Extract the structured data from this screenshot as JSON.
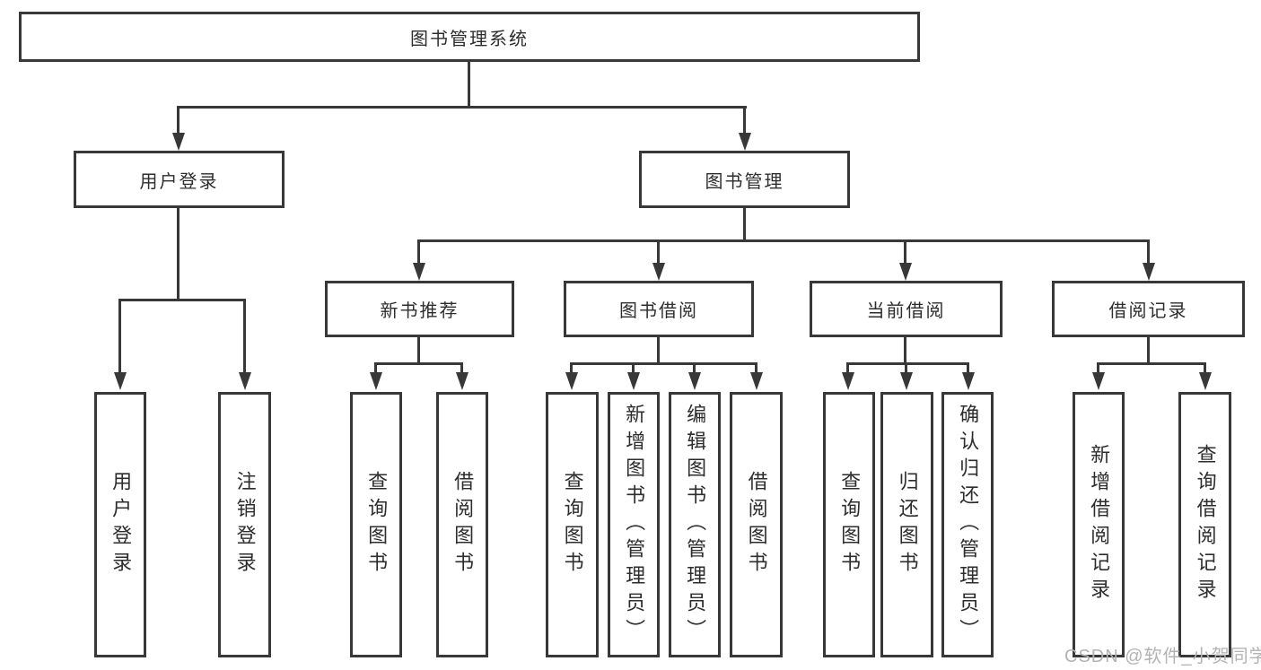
{
  "diagram": {
    "title": "图书管理系统",
    "level2": [
      "用户登录",
      "图书管理"
    ],
    "level3": [
      "新书推荐",
      "图书借阅",
      "当前借阅",
      "借阅记录"
    ],
    "leaves": {
      "user_login": [
        "用户登录",
        "注销登录"
      ],
      "new_book": [
        "查询图书",
        "借阅图书"
      ],
      "book_borrow": [
        "查询图书",
        "新增图书（管理员）",
        "编辑图书（管理员）",
        "借阅图书"
      ],
      "current_borrow": [
        "查询图书",
        "归还图书",
        "确认归还（管理员）"
      ],
      "borrow_record": [
        "新增借阅记录",
        "查询借阅记录"
      ]
    },
    "watermark": "CSDN @软件_小贺同学",
    "colors": {
      "line": "#383838",
      "text": "#2d2d2d",
      "watermark": "#b3b3b3",
      "background": "#ffffff"
    }
  }
}
